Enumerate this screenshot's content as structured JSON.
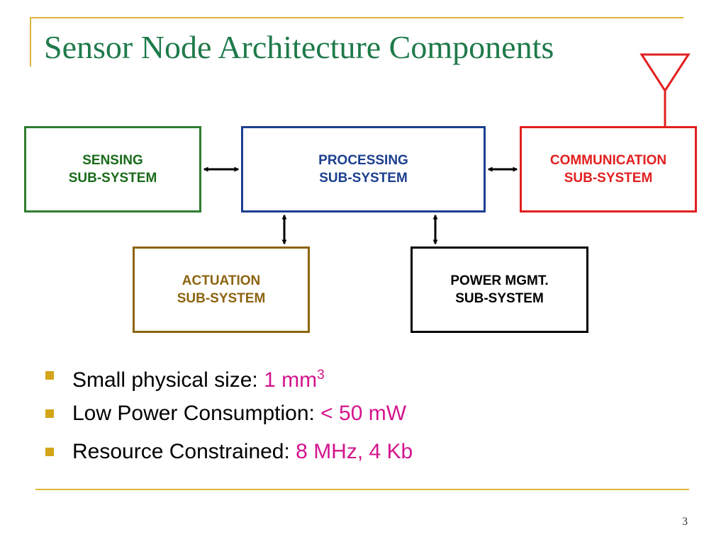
{
  "slide": {
    "title": "Sensor Node Architecture Components",
    "page_number": "3"
  },
  "diagram": {
    "sensing": {
      "line1": "SENSING",
      "line2": "SUB-SYSTEM"
    },
    "processing": {
      "line1": "PROCESSING",
      "line2": "SUB-SYSTEM"
    },
    "communication": {
      "line1": "COMMUNICATION",
      "line2": "SUB-SYSTEM"
    },
    "actuation": {
      "line1": "ACTUATION",
      "line2": "SUB-SYSTEM"
    },
    "power": {
      "line1": "POWER MGMT.",
      "line2": "SUB-SYSTEM"
    }
  },
  "bullets": [
    {
      "label": "Small physical size: ",
      "value": "1 mm",
      "superscript": "3"
    },
    {
      "label": "Low Power Consumption: ",
      "value": "< 50 mW"
    },
    {
      "label": "Resource Constrained: ",
      "value": "8 MHz, 4 Kb"
    }
  ],
  "colors": {
    "title": "#1e7a4a",
    "accent_rule": "#e0b53a",
    "sensing": "#2f7d2f",
    "processing": "#1c3f8e",
    "communication": "#e21f1f",
    "actuation": "#8c6410",
    "power": "#000000",
    "highlight": "#d4148c"
  }
}
